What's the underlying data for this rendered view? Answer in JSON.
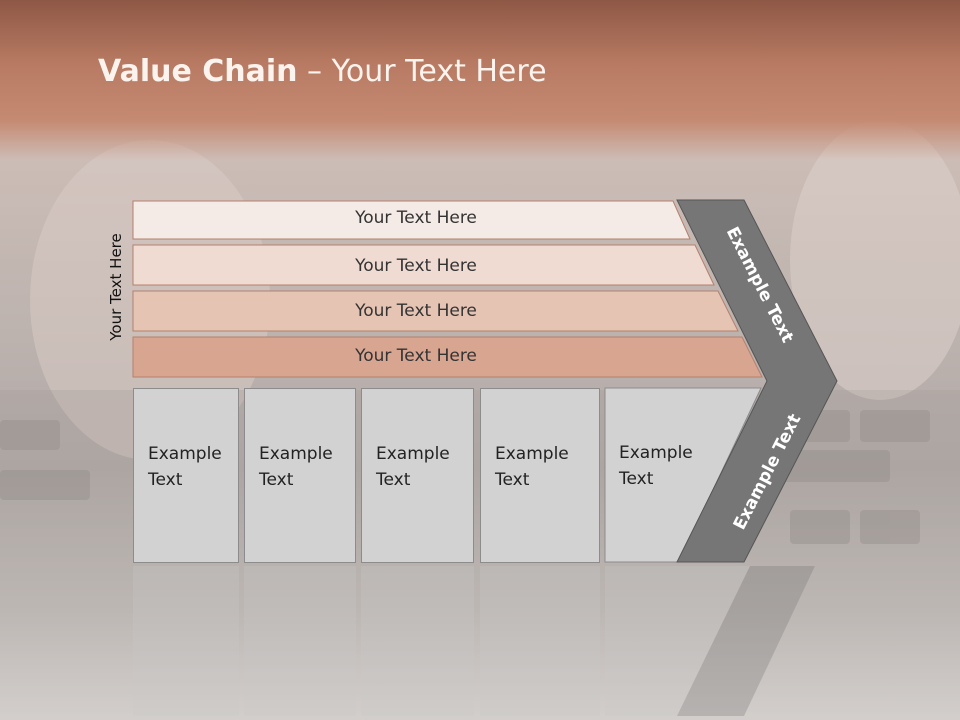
{
  "slide": {
    "title_bold": "Value Chain",
    "title_rest": " – Your Text Here",
    "side_label": "Your Text Here",
    "bands": [
      "Your Text Here",
      "Your Text Here",
      "Your Text Here",
      "Your Text Here"
    ],
    "boxes": [
      "Example Text",
      "Example Text",
      "Example Text",
      "Example Text",
      "Example Text"
    ],
    "chevron_upper": "Example Text",
    "chevron_lower": "Example Text"
  },
  "colors": {
    "band1": "#f5ebe6",
    "band2": "#efdbd2",
    "band3": "#e6c4b4",
    "band4": "#d8a690",
    "chevron": "#767676",
    "box": "#d2d2d2"
  }
}
